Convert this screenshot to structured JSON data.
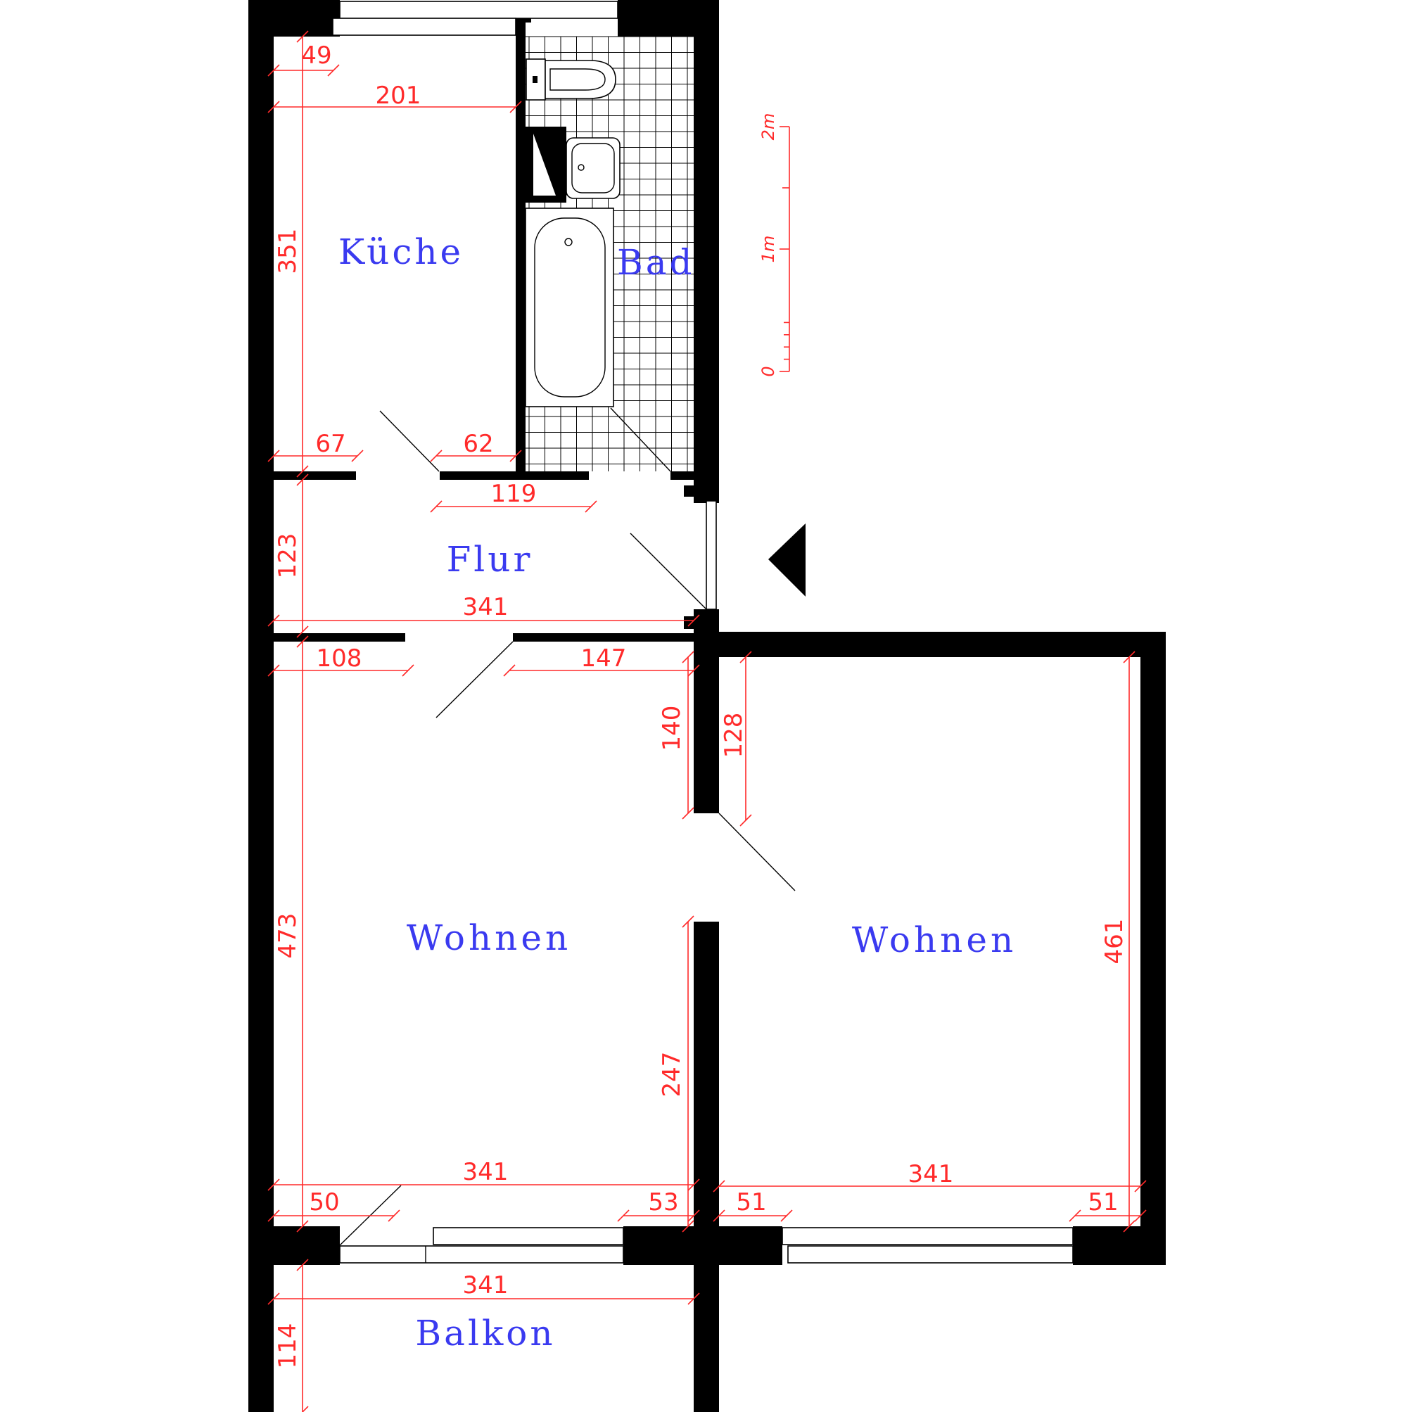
{
  "colors": {
    "wall": "#000000",
    "room_label": "#3a3af0",
    "dimension": "#ff2a2a"
  },
  "rooms": {
    "kueche": "Küche",
    "bad": "Bad",
    "flur": "Flur",
    "wohnen1": "Wohnen",
    "wohnen2": "Wohnen",
    "balkon": "Balkon"
  },
  "dimensions": {
    "k_top": "49",
    "k_width": "201",
    "k_height": "351",
    "k_door_left": "67",
    "k_door_right": "62",
    "bad_door": "119",
    "f_height": "123",
    "f_width": "341",
    "w1_door_left": "108",
    "w1_door_right": "147",
    "w1_upper_wall": "140",
    "w2_upper_wall": "128",
    "w1_height": "473",
    "w1_lower_wall": "247",
    "w1_width": "341",
    "w1_win_left": "50",
    "w1_win_right": "53",
    "w2_width": "341",
    "w2_win_left": "51",
    "w2_win_right": "51",
    "w2_height": "461",
    "b_width": "341",
    "b_height": "114"
  },
  "scale_bar": {
    "label_0": "0",
    "label_1": "1m",
    "label_2": "2m"
  },
  "icons": [
    "entrance-arrow-icon",
    "toilet-icon",
    "sink-icon",
    "bathtub-icon",
    "shaft-icon"
  ]
}
